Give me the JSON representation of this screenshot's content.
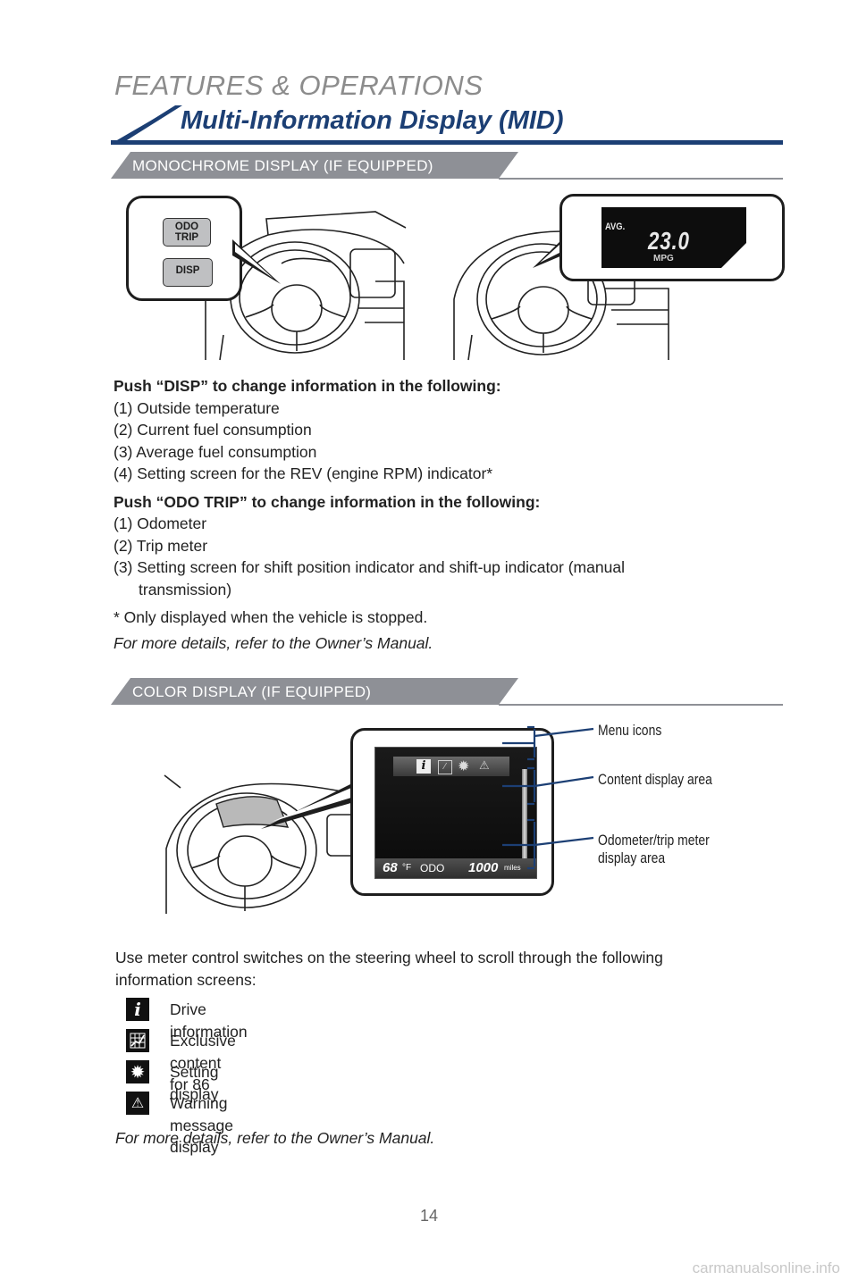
{
  "header": {
    "section": "FEATURES & OPERATIONS",
    "title": "Multi-Information Display (MID)"
  },
  "mono": {
    "heading": "MONOCHROME DISPLAY (IF EQUIPPED)",
    "buttons": {
      "odo_line1": "ODO",
      "odo_line2": "TRIP",
      "disp": "DISP"
    },
    "screen": {
      "avg": "AVG.",
      "value": "23.0",
      "unit": "MPG"
    },
    "disp_intro": "Push “DISP” to change information in the following:",
    "disp_items": [
      "(1) Outside temperature",
      "(2) Current fuel consumption",
      "(3) Average fuel consumption",
      "(4) Setting screen for the REV (engine RPM) indicator*"
    ],
    "odo_intro": "Push “ODO TRIP” to change information in the following:",
    "odo_items": [
      "(1) Odometer",
      "(2) Trip meter",
      "(3) Setting screen for shift position indicator and shift-up indicator (manual",
      "transmission)"
    ],
    "footnote": "* Only displayed when the vehicle is stopped.",
    "more": "For more details, refer to the Owner’s Manual."
  },
  "color": {
    "heading": "COLOR DISPLAY (IF EQUIPPED)",
    "screen": {
      "temp": "68",
      "temp_unit": "°F",
      "odo": "ODO",
      "miles": "1000",
      "miles_unit": "miles"
    },
    "callouts": {
      "menu": "Menu icons",
      "content": "Content display area",
      "odo_line1": "Odometer/trip meter",
      "odo_line2": "display area"
    },
    "intro_line1": "Use meter control switches on the steering wheel to scroll through the following",
    "intro_line2": "information screens:",
    "screens": [
      {
        "icon": "info-icon",
        "label": "Drive information"
      },
      {
        "icon": "chart-icon",
        "label": "Exclusive content for 86"
      },
      {
        "icon": "gear-icon",
        "label": "Setting display"
      },
      {
        "icon": "warning-icon",
        "label": "Warning message display"
      }
    ],
    "more": "For more details, refer to the Owner’s Manual."
  },
  "page_number": "14",
  "footer": "carmanualsonline.info",
  "colors": {
    "brand_blue": "#1c3f74",
    "bar_gray": "#8e9096",
    "title_gray": "#8c8c8c"
  }
}
